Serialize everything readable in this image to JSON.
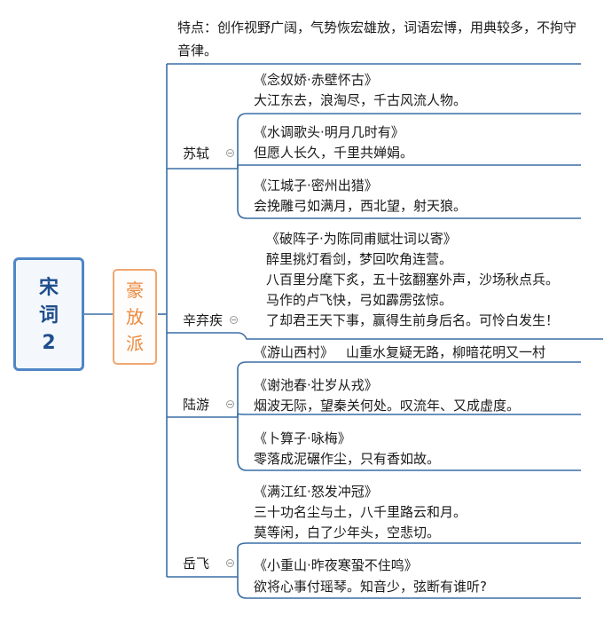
{
  "root": {
    "line1": "宋",
    "line2": "词",
    "line3": "2"
  },
  "school": {
    "line1": "豪",
    "line2": "放",
    "line3": "派"
  },
  "features": "特点：创作视野广阔，气势恢宏雄放，词语宏博，用典较多，不拘守音律。",
  "poets": [
    {
      "name": "苏轼",
      "works": [
        {
          "title": "《念奴娇·赤壁怀古》",
          "lines": [
            "大江东去，浪淘尽，千古风流人物。"
          ]
        },
        {
          "title": "《水调歌头·明月几时有》",
          "lines": [
            "但愿人长久，千里共婵娟。"
          ]
        },
        {
          "title": "《江城子·密州出猎》",
          "lines": [
            "会挽雕弓如满月，西北望，射天狼。"
          ]
        }
      ]
    },
    {
      "name": "辛弃疾",
      "works": [
        {
          "title": "《破阵子·为陈同甫赋壮词以寄》",
          "lines": [
            "醉里挑灯看剑，梦回吹角连营。",
            "八百里分麾下炙，五十弦翻塞外声，沙场秋点兵。",
            "马作的卢飞快，弓如霹雳弦惊。",
            "了却君王天下事，赢得生前身后名。可怜白发生！"
          ]
        }
      ]
    },
    {
      "name": "陆游",
      "works": [
        {
          "title": "《游山西村》",
          "lines": [
            "山重水复疑无路，柳暗花明又一村"
          ]
        },
        {
          "title": "《谢池春·壮岁从戎》",
          "lines": [
            "烟波无际，望秦关何处。叹流年、又成虚度。"
          ]
        },
        {
          "title": "《卜算子·咏梅》",
          "lines": [
            "零落成泥碾作尘，只有香如故。"
          ]
        }
      ]
    },
    {
      "name": "岳飞",
      "works": [
        {
          "title": "《满江红·怒发冲冠》",
          "lines": [
            "三十功名尘与土，八千里路云和月。",
            "莫等闲，白了少年头，空悲切。"
          ]
        },
        {
          "title": "《小重山·昨夜寒蛩不住鸣》",
          "lines": [
            "欲将心事付瑶琴。知音少，弦断有谁听?"
          ]
        }
      ]
    }
  ]
}
